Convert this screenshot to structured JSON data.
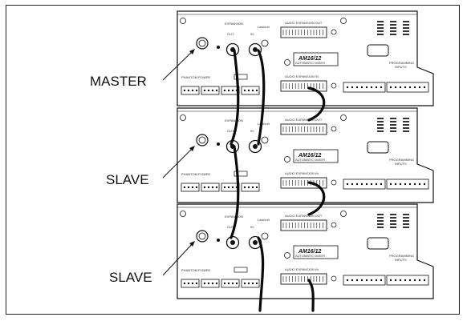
{
  "labels": [
    "MASTER",
    "SLAVE",
    "SLAVE"
  ],
  "panel_text": {
    "expansion": "EXPANSION",
    "out": "OUT",
    "in": "IN",
    "lastunit": "LastUnit",
    "audio_out": "AUDIO EXPANSION OUT",
    "audio_in": "AUDIO EXPANSION IN",
    "model": "AM16/12",
    "model_sub": "AUTOMATIC MIXER",
    "phantom": "PHANTOM POWER",
    "programming": "PROGRAMMING",
    "inputs": "INPUTS"
  },
  "colors": {
    "line": "#111111",
    "panel": "#ffffff",
    "cable": "#0a0a0a"
  }
}
